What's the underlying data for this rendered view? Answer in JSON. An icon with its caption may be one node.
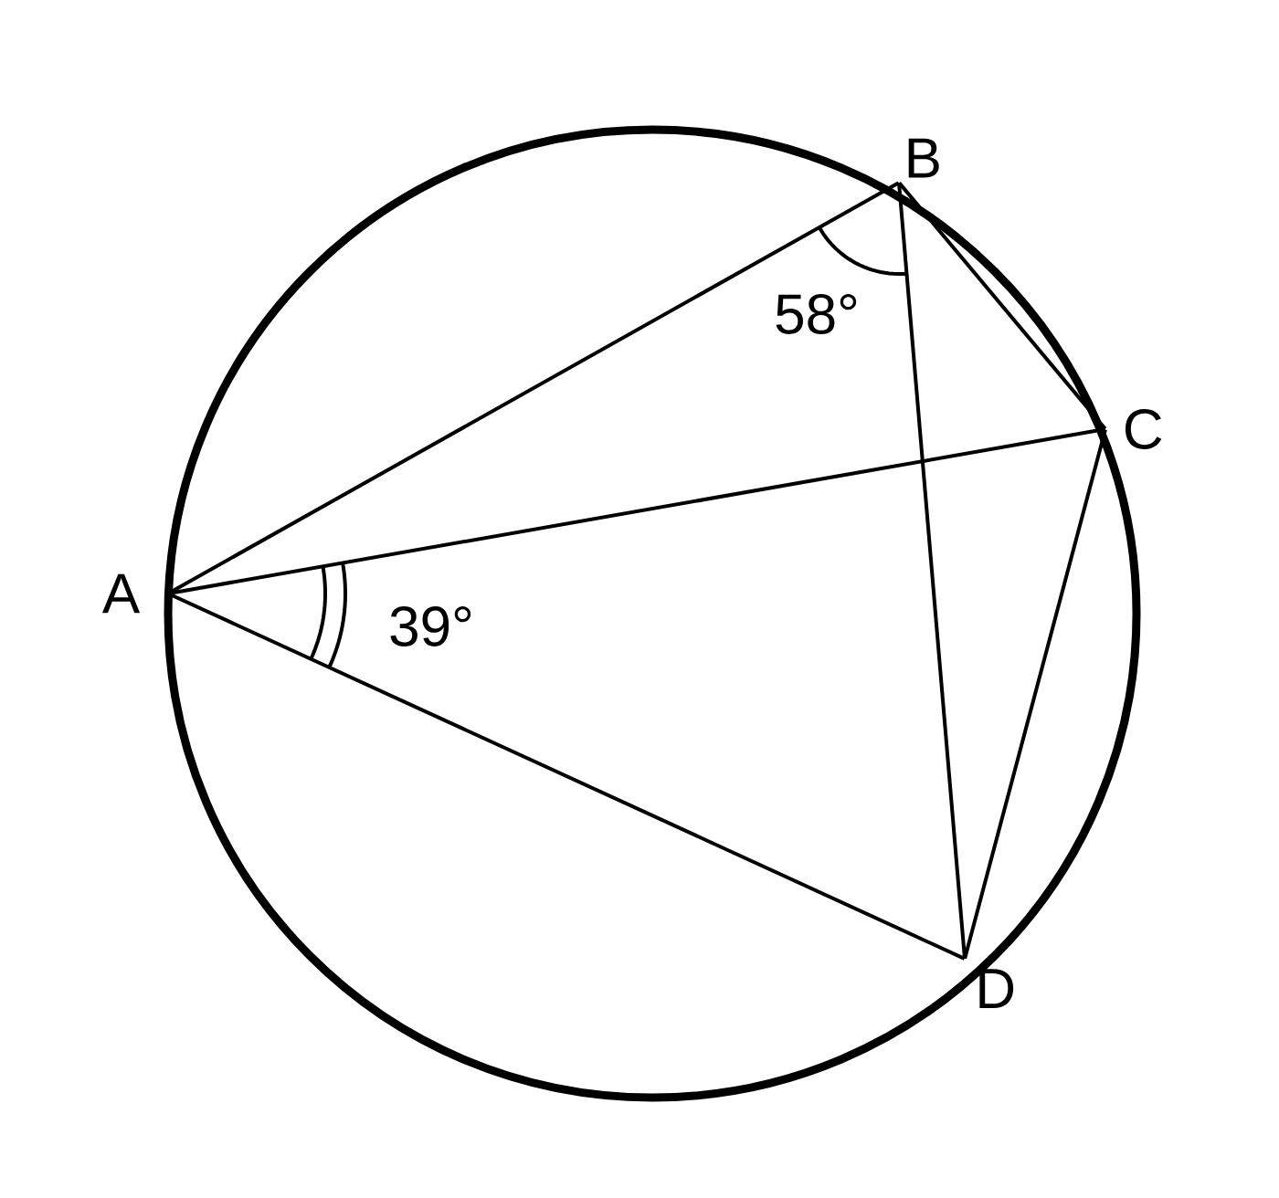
{
  "diagram": {
    "nodes": [
      {
        "text": [
          "A"
        ]
      },
      {
        "text": [
          "B"
        ]
      },
      {
        "text": [
          "C"
        ]
      },
      {
        "text": [
          "D"
        ]
      }
    ],
    "edges": [
      {
        "from": 0,
        "to": 1,
        "arrow": "none"
      },
      {
        "from": 0,
        "to": 2,
        "arrow": "none"
      },
      {
        "from": 0,
        "to": 3,
        "arrow": "none"
      },
      {
        "from": 1,
        "to": 2,
        "arrow": "none"
      },
      {
        "from": 1,
        "to": 3,
        "arrow": "none"
      },
      {
        "from": 2,
        "to": 3,
        "arrow": "none"
      }
    ],
    "labels": [
      "58°",
      "39°"
    ]
  }
}
